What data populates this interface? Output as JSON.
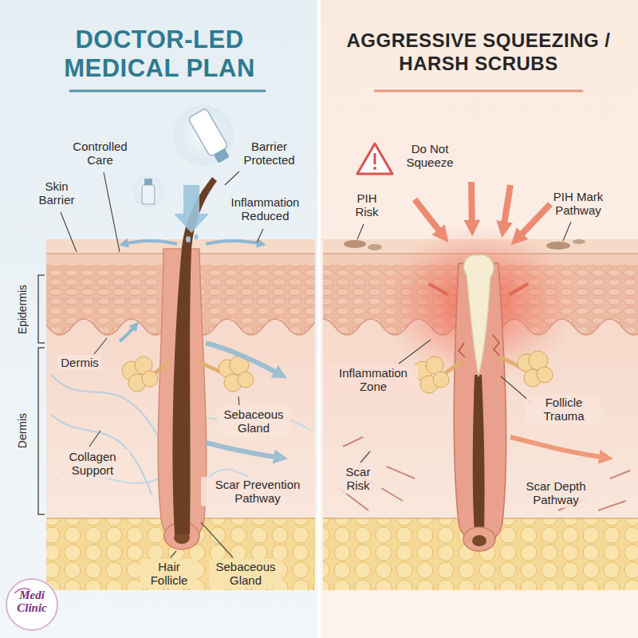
{
  "diagram": {
    "nodes": [
      {
        "text": [
          "DOCTOR-LED MEDICAL PLAN"
        ]
      },
      {
        "text": [
          "AGGRESSIVE SQUEEZING / HARSH SCRUBS"
        ]
      }
    ],
    "labels": [
      "Controlled Care",
      "Barrier Protected",
      "Skin Barrier",
      "Inflammation Reduced",
      "Epidermis",
      "Dermis",
      "Dermis",
      "Sebaceous Gland",
      "Collagen Support",
      "Scar Prevention Pathway",
      "Hair Follicle",
      "Sebaceous Gland",
      "Do Not Squeeze",
      "PIH Risk",
      "PIH Mark Pathway",
      "Inflammation Zone",
      "Follicle Trauma",
      "Scar Risk",
      "Scar Depth Pathway",
      "Medi Clinic"
    ]
  }
}
